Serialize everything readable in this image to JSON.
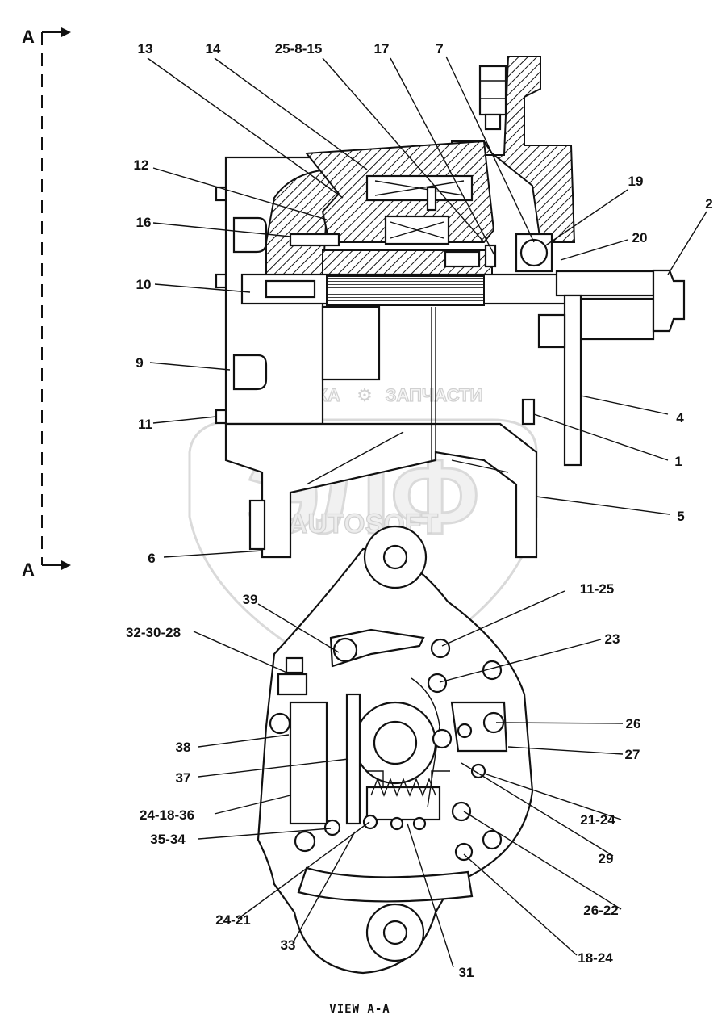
{
  "watermark": {
    "brand_line1": "ТЕХНИКА",
    "brand_line2": "ЗАПЧАСТИ",
    "logo_text": "ЭЛФ",
    "logo_sub": "AUTOSOFT",
    "color": "#c8c8c8"
  },
  "section": {
    "top_marker": "A",
    "bottom_marker": "A",
    "caption": "VIEW A-A"
  },
  "callouts": {
    "c13": "13",
    "c14": "14",
    "c25_8_15": "25-8-15",
    "c17": "17",
    "c7": "7",
    "c19": "19",
    "c2": "2",
    "c20": "20",
    "c12": "12",
    "c16": "16",
    "c10": "10",
    "c9": "9",
    "c11": "11",
    "c4": "4",
    "c1": "1",
    "c5": "5",
    "c6": "6",
    "c39": "39",
    "c11_25": "11-25",
    "c32_30_28": "32-30-28",
    "c23": "23",
    "c26": "26",
    "c38": "38",
    "c27": "27",
    "c37": "37",
    "c24_18_36": "24-18-36",
    "c21_24": "21-24",
    "c35_34": "35-34",
    "c29": "29",
    "c26_22": "26-22",
    "c24_21": "24-21",
    "c33": "33",
    "c31": "31",
    "c18_24": "18-24"
  }
}
